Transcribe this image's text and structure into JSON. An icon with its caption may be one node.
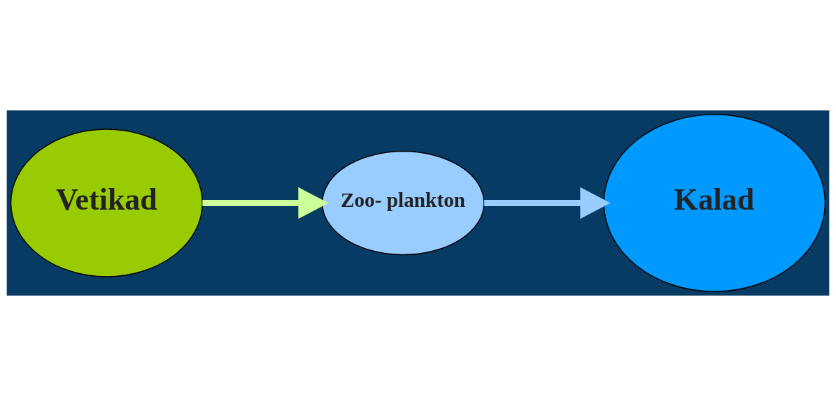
{
  "diagram": {
    "nodes": [
      {
        "text": [
          "Vetikad"
        ]
      },
      {
        "text": [
          "Zoo- plankton"
        ]
      },
      {
        "text": [
          "Kalad"
        ]
      }
    ],
    "edges": [
      {
        "from": 0,
        "to": 1,
        "arrow": "to",
        "color": "#ccff99"
      },
      {
        "from": 1,
        "to": 2,
        "arrow": "to",
        "color": "#99ccff"
      }
    ]
  }
}
